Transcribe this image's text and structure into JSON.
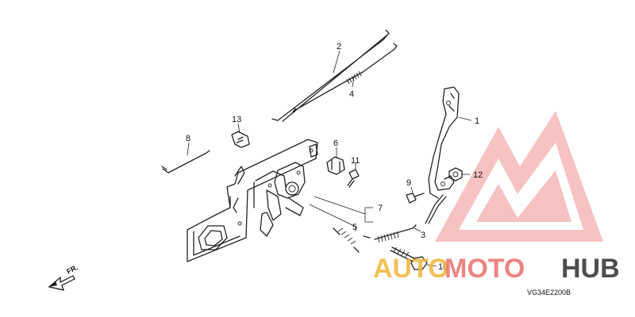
{
  "diagram_code": "VG34E2200B",
  "direction_label": "FR.",
  "callouts": [
    "1",
    "2",
    "3",
    "4",
    "5",
    "6",
    "7",
    "8",
    "9",
    "10",
    "11",
    "12",
    "13"
  ],
  "watermark": {
    "auto": "AUTO",
    "moto": "MOTO",
    "hub": "HUB"
  },
  "colors": {
    "line": "#222222",
    "wm_red": "#e96f6f",
    "wm_orange": "#f2b63a",
    "wm_dark": "#3a3a3a"
  }
}
